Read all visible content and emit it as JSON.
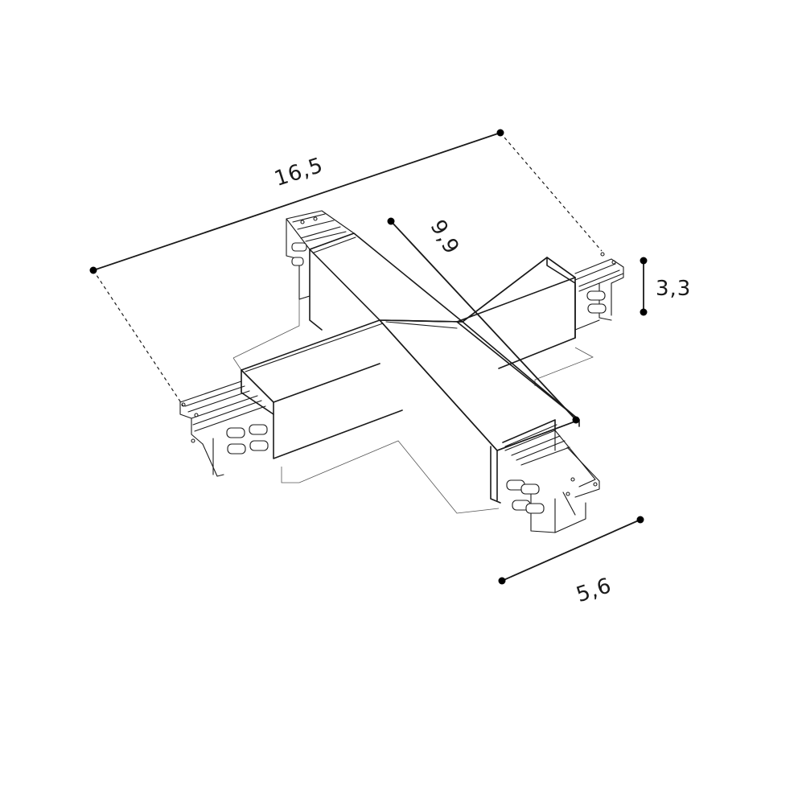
{
  "dimensions": {
    "length": "16,5",
    "width": "9,9",
    "height": "3,3",
    "depth": "5,6"
  }
}
